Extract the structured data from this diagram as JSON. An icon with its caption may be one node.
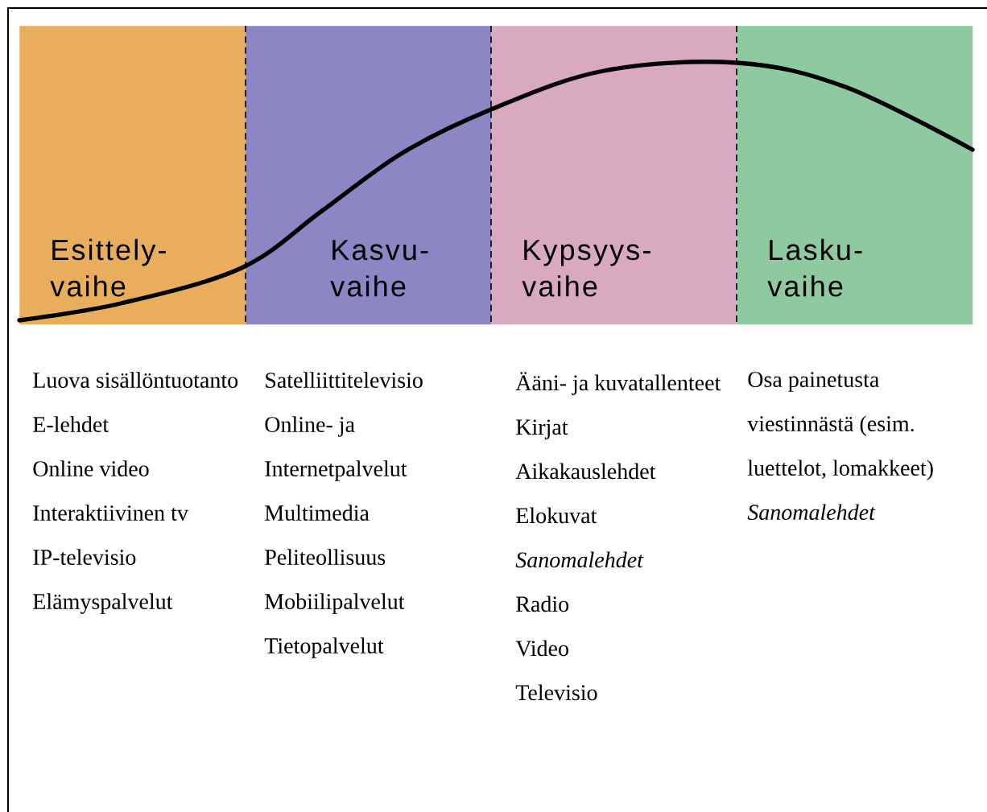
{
  "diagram": {
    "nodes": [
      {
        "text": [
          "Esittely- vaihe"
        ],
        "beside": [
          "Luova sisällöntuotanto",
          "E-lehdet",
          "Online video",
          "Interaktiivinen tv",
          "IP-televisio",
          "Elämyspalvelut"
        ]
      },
      {
        "text": [
          "Kasvu- vaihe"
        ],
        "beside": [
          "Satelliittitelevisio",
          "Online- ja Internetpalvelut",
          "Multimedia",
          "Peliteollisuus",
          "Mobiilipalvelut",
          "Tietopalvelut"
        ]
      },
      {
        "text": [
          "Kypsyys- vaihe"
        ],
        "beside": [
          "Ääni- ja kuvatallenteet",
          "Kirjat",
          "Aikakauslehdet",
          "Elokuvat",
          "*Sanomalehdet*",
          "Radio",
          "Video",
          "Televisio"
        ]
      },
      {
        "text": [
          "Lasku- vaihe"
        ],
        "beside": [
          "Osa painetusta viestinnästä (esim. luettelot, lomakkeet)",
          "*Sanomalehdet*"
        ]
      }
    ]
  }
}
